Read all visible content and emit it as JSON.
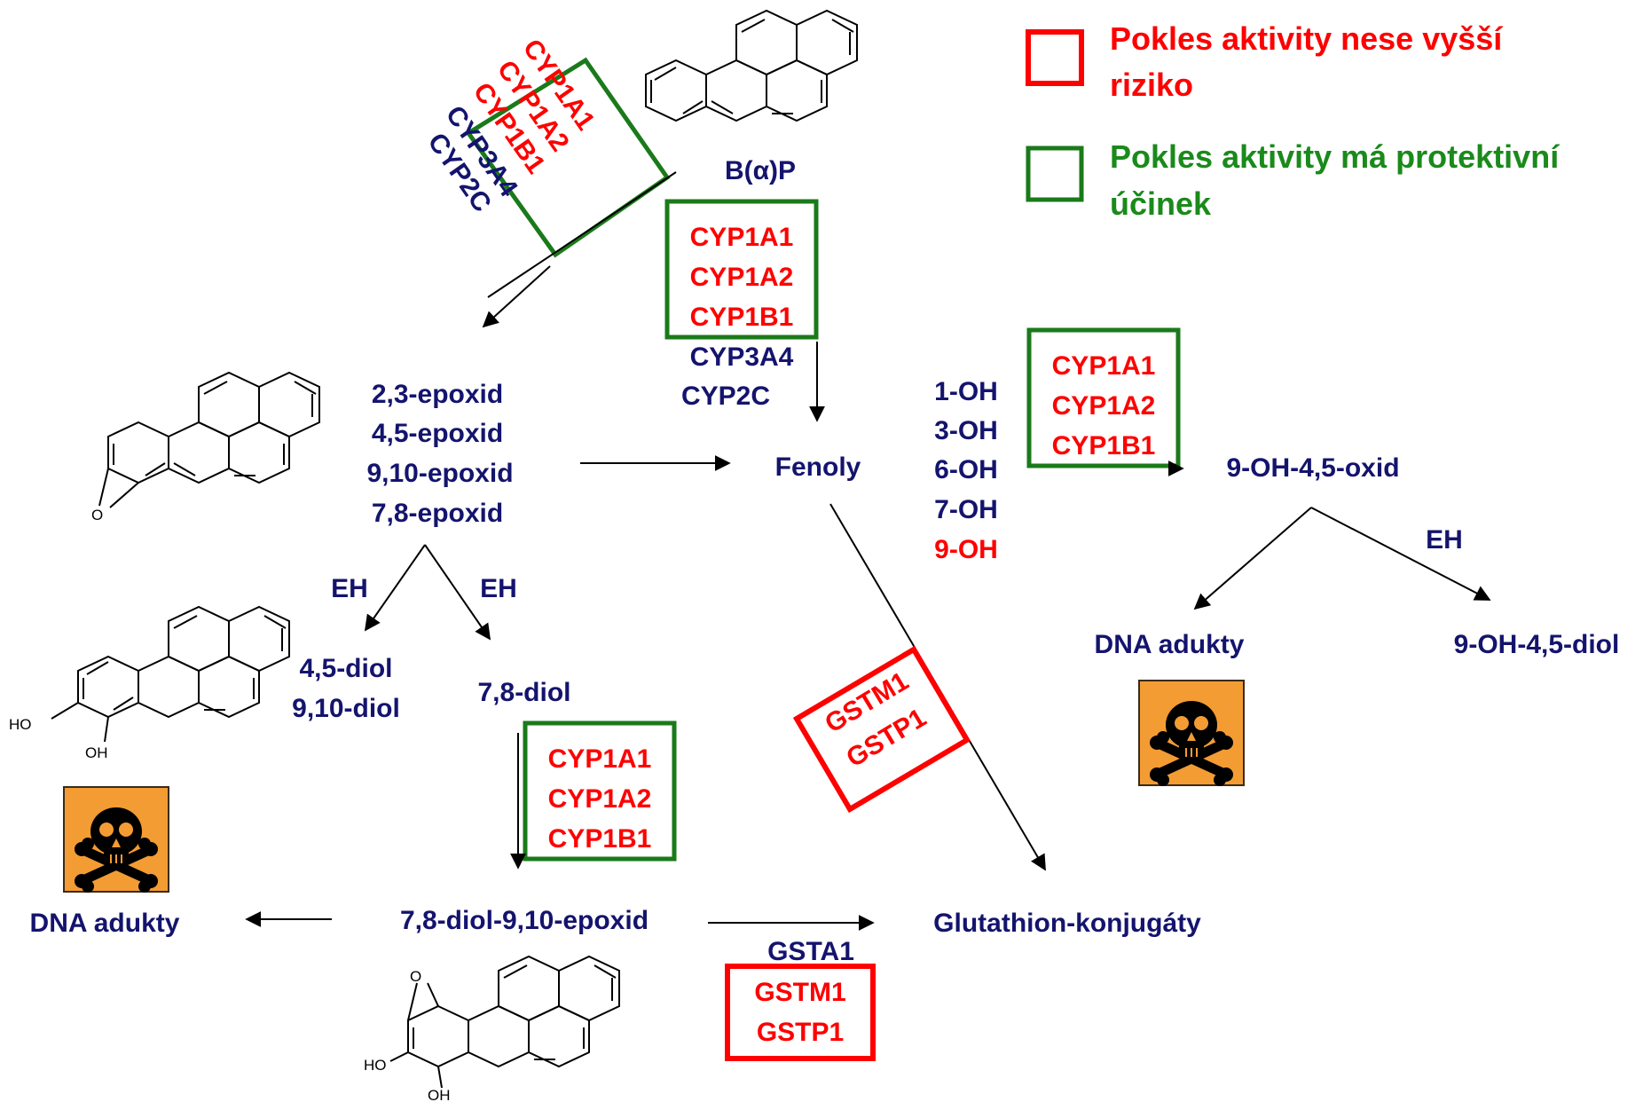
{
  "legend": {
    "red_text_1": "Pokles aktivity nese vyšší",
    "red_text_2": "riziko",
    "green_text_1": "Pokles aktivity má protektivní",
    "green_text_2": "účinek",
    "red_color": "#ff0000",
    "green_color": "#1a8a1a"
  },
  "parent": {
    "label": "B(α)P"
  },
  "enzymes_diagonal": [
    "CYP1A1",
    "CYP1A2",
    "CYP1B1",
    "CYP3A4",
    "CYP2C"
  ],
  "enzymes_to_phenols": [
    "CYP1A1",
    "CYP1A2",
    "CYP1B1",
    "CYP3A4",
    "CYP2C"
  ],
  "epoxides": [
    "2,3-epoxid",
    "4,5-epoxid",
    "9,10-epoxid",
    "7,8-epoxid"
  ],
  "phenols": {
    "label": "Fenoly"
  },
  "hydroxy": [
    "1-OH",
    "3-OH",
    "6-OH",
    "7-OH",
    "9-OH"
  ],
  "enzymes_hydroxy": [
    "CYP1A1",
    "CYP1A2",
    "CYP1B1"
  ],
  "oxide": "9-OH-4,5-oxid",
  "eh_labels": [
    "EH",
    "EH",
    "EH"
  ],
  "dna_adducts_right": "DNA adukty",
  "diol_right": "9-OH-4,5-diol",
  "diols_left": [
    "4,5-diol",
    "9,10-diol"
  ],
  "diol_78": "7,8-diol",
  "enzymes_diol": [
    "CYP1A1",
    "CYP1A2",
    "CYP1B1"
  ],
  "diol_epoxide": "7,8-diol-9,10-epoxid",
  "dna_adducts_left": "DNA adukty",
  "conjugates": "Glutathion-konjugáty",
  "gst_rotated": [
    "GSTM1",
    "GSTP1"
  ],
  "gst_bottom": {
    "top": "GSTA1",
    "boxed": [
      "GSTM1",
      "GSTP1"
    ]
  },
  "atoms": {
    "o": "O",
    "ho": "HO",
    "oh": "OH"
  },
  "hazard_icons": [
    "skull-crossbones-icon",
    "skull-crossbones-icon"
  ],
  "hazard_color": "#f39c33"
}
